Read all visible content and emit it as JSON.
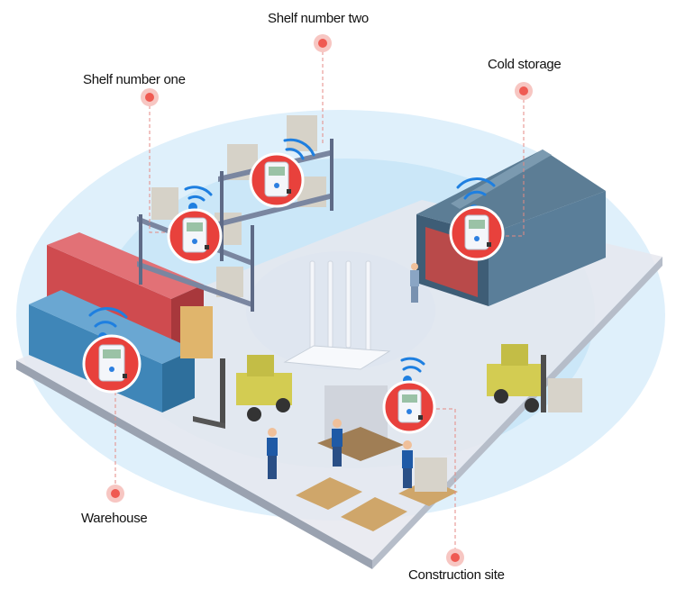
{
  "labels": {
    "shelf_two": "Shelf number two",
    "shelf_one": "Shelf number one",
    "cold_storage": "Cold storage",
    "warehouse": "Warehouse",
    "construction_site": "Construction site"
  },
  "colors": {
    "sensor_badge": "#e8413c",
    "marker": "#f0645c",
    "coverage": "#bfe2f6",
    "wifi": "#1e7fe0",
    "container_red": "#c8484e",
    "container_blue": "#3f86b8",
    "forklift": "#d3cc52"
  }
}
